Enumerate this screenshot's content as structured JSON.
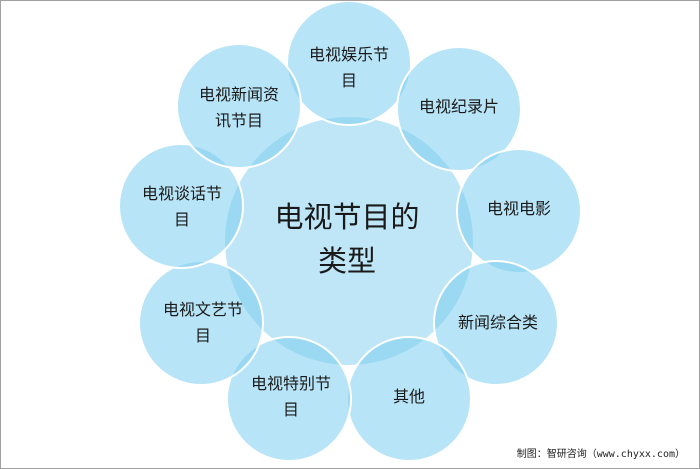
{
  "title": "电视节目的类型",
  "items": [
    {
      "label": "电视娱乐节目"
    },
    {
      "label": "电视纪录片"
    },
    {
      "label": "电视电影"
    },
    {
      "label": "新闻综合类"
    },
    {
      "label": "其他"
    },
    {
      "label": "电视特别节目"
    },
    {
      "label": "电视文艺节目"
    },
    {
      "label": "电视谈话节目"
    },
    {
      "label": "电视新闻资讯节目"
    }
  ],
  "credit": "制图：智研咨询（www.chyxx.com）",
  "colors": {
    "circle": "#b3e3f5",
    "overlap": "#8fd3f0",
    "stroke": "#ffffff"
  }
}
